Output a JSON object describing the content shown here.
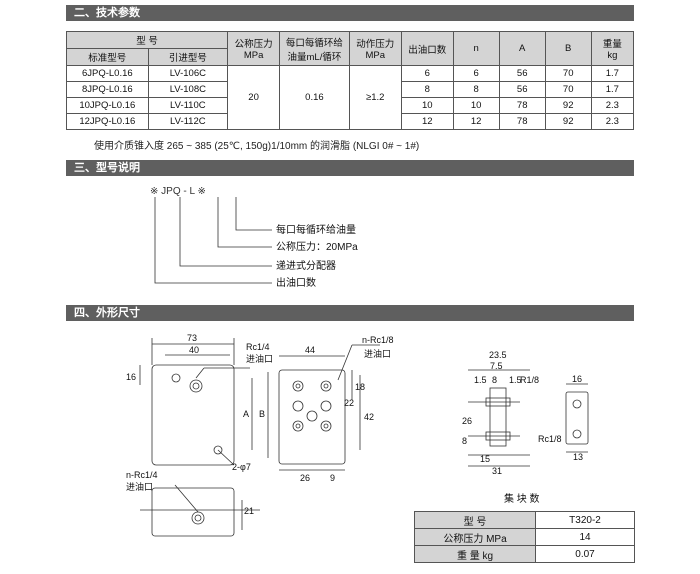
{
  "sections": {
    "tech": "二、技术参数",
    "model": "三、型号说明",
    "dims": "四、外形尺寸"
  },
  "spec": {
    "h_model": "型 号",
    "h_std": "标准型号",
    "h_ref": "引进型号",
    "h_pressure": "公称压力",
    "h_pressure_unit": "MPa",
    "h_flow": "每口每循环给",
    "h_flow2": "油量mL/循环",
    "h_act": "动作压力",
    "h_act_unit": "MPa",
    "h_outlets": "出油口数",
    "h_n": "n",
    "h_a": "A",
    "h_b": "B",
    "h_weight": "重量",
    "h_weight_unit": "kg",
    "pressure": "20",
    "flow": "0.16",
    "act": "≥1.2",
    "rows": [
      {
        "std": "6JPQ-L0.16",
        "ref": "LV-106C",
        "outlets": "6",
        "n": "6",
        "a": "56",
        "b": "70",
        "w": "1.7"
      },
      {
        "std": "8JPQ-L0.16",
        "ref": "LV-108C",
        "outlets": "8",
        "n": "8",
        "a": "56",
        "b": "70",
        "w": "1.7"
      },
      {
        "std": "10JPQ-L0.16",
        "ref": "LV-110C",
        "outlets": "10",
        "n": "10",
        "a": "78",
        "b": "92",
        "w": "2.3"
      },
      {
        "std": "12JPQ-L0.16",
        "ref": "LV-112C",
        "outlets": "12",
        "n": "12",
        "a": "78",
        "b": "92",
        "w": "2.3"
      }
    ],
    "note": "使用介质锥入度 265 ~ 385 (25℃, 150g)1/10mm 的润滑脂 (NLGI 0# ~ 1#)"
  },
  "model": {
    "code": "※ JPQ - L ※",
    "l1": "每口每循环给油量",
    "l2": "公称压力：20MPa",
    "l3": "递进式分配器",
    "l4": "出油口数"
  },
  "dims": {
    "d73": "73",
    "d40": "40",
    "d16": "16",
    "rc14": "Rc1/4",
    "inlet": "进油口",
    "dA": "A",
    "dB": "B",
    "d2phi7": "2-φ7",
    "d44": "44",
    "nrc18": "n-Rc1/8",
    "inlet2": "进油口",
    "d18": "18",
    "d22": "22",
    "d42": "42",
    "d26": "26",
    "d9": "9",
    "nrc14": "n-Rc1/4",
    "inlet3": "进油口",
    "d21": "21",
    "d235": "23.5",
    "d15a": "1.5",
    "d8a": "8",
    "d15b": "1.5",
    "rc18": "R1/8",
    "d16b": "16",
    "d26b": "26",
    "d8b": "8",
    "d15c": "15",
    "d31": "31",
    "rc18b": "Rc1/8",
    "d13": "13",
    "d75": "7.5"
  },
  "block": {
    "title": "集 块 数",
    "r1l": "型 号",
    "r1v": "T320-2",
    "r2l": "公称压力 MPa",
    "r2v": "14",
    "r3l": "重 量 kg",
    "r3v": "0.07"
  }
}
